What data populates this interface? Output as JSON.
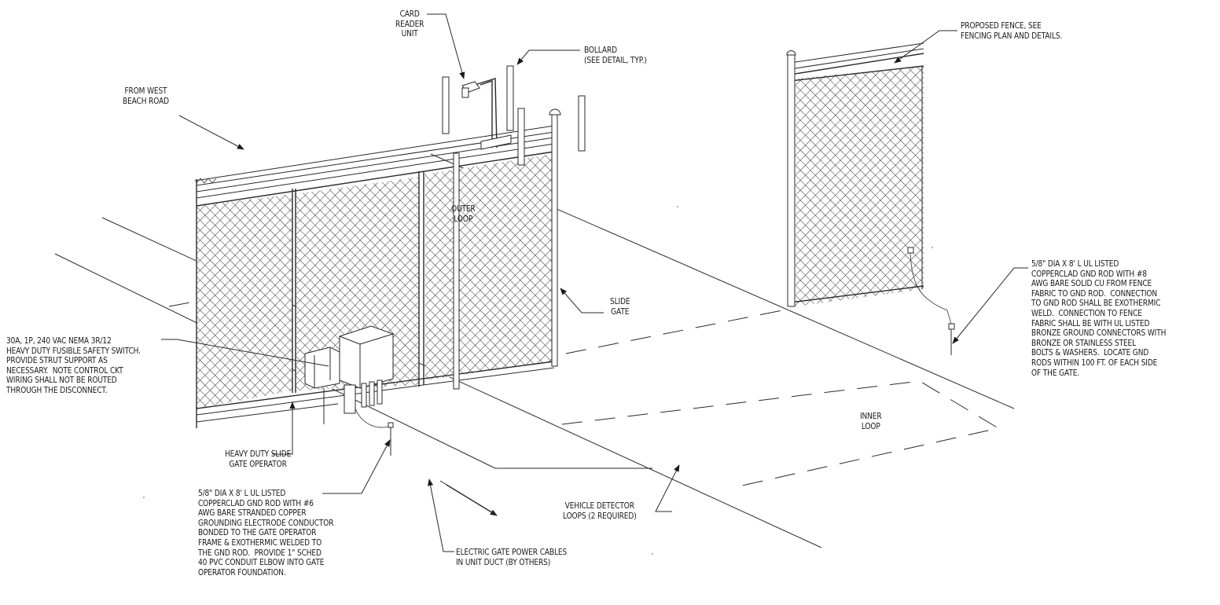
{
  "labels": {
    "card_reader": "CARD\nREADER\nUNIT",
    "bollard": "BOLLARD\n(SEE DETAIL, TYP.)",
    "from_west": "FROM WEST\nBEACH ROAD",
    "outer_loop": "OUTER\nLOOP",
    "slide_gate": "SLIDE\nGATE",
    "safety_switch": "30A, 1P, 240 VAC NEMA 3R/12\nHEAVY DUTY FUSIBLE SAFETY SWITCH.\nPROVIDE STRUT SUPPORT AS\nNECESSARY.  NOTE CONTROL CKT\nWIRING SHALL NOT BE ROUTED\nTHROUGH THE DISCONNECT.",
    "gate_operator": "HEAVY DUTY SLIDE\nGATE OPERATOR",
    "gnd_rod_operator": "5/8\" DIA x 8' L UL LISTED\nCOPPERCLAD GND ROD WITH #6\nAWG BARE STRANDED COPPER\nGROUNDING ELECTRODE CONDUCTOR\nBONDED TO THE GATE OPERATOR\nFRAME & EXOTHERMIC WELDED TO\nTHE GND ROD.  PROVIDE 1\" SCHED\n40 PVC CONDUIT ELBOW INTO GATE\nOPERATOR FOUNDATION.",
    "vehicle_loops": "VEHICLE DETECTOR\nLOOPS (2 REQUIRED)",
    "power_cables": "ELECTRIC GATE POWER CABLES\nIN UNIT DUCT (BY OTHERS)",
    "inner_loop": "INNER\nLOOP",
    "proposed_fence": "PROPOSED FENCE, SEE\nFENCING PLAN AND DETAILS.",
    "gnd_rod_fence": "5/8\" DIA x 8' L UL LISTED\nCOPPERCLAD GND ROD WITH #8\nAWG BARE SOLID CU FROM FENCE\nFABRIC TO GND ROD.  CONNECTION\nTO GND ROD SHALL BE EXOTHERMIC\nWELD.  CONNECTION TO FENCE\nFABRIC SHALL BE WITH UL LISTED\nBRONZE GROUND CONNECTORS WITH\nBRONZE OR STAINLESS STEEL\nBOLTS & WASHERS.  LOCATE GND\nRODS WITHIN 100 FT. OF EACH SIDE\nOF THE GATE."
  },
  "colors": {
    "line": "#2a2a2a",
    "paper": "#ffffff"
  }
}
